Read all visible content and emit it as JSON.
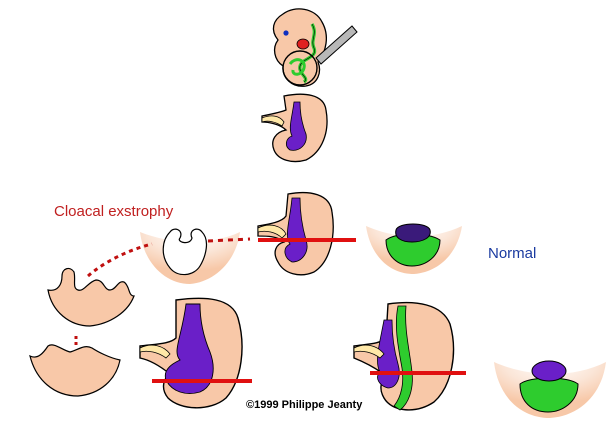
{
  "labels": {
    "cloacal_exstrophy": "Cloacal exstrophy",
    "normal": "Normal",
    "copyright": "©1999 Philippe Jeanty"
  },
  "colors": {
    "skin": "#f8c8a8",
    "outline": "#000000",
    "cloaca": "#6a1fc8",
    "mesoderm": "#2ecc2e",
    "cut_line": "#e01010",
    "dotted": "#c01010",
    "probe": "#b8b8b8",
    "eye": "#1030c0",
    "heart": "#e02020",
    "label_red": "#c02020",
    "label_blue": "#1a3aa0",
    "halo": "#fbe4d4"
  }
}
